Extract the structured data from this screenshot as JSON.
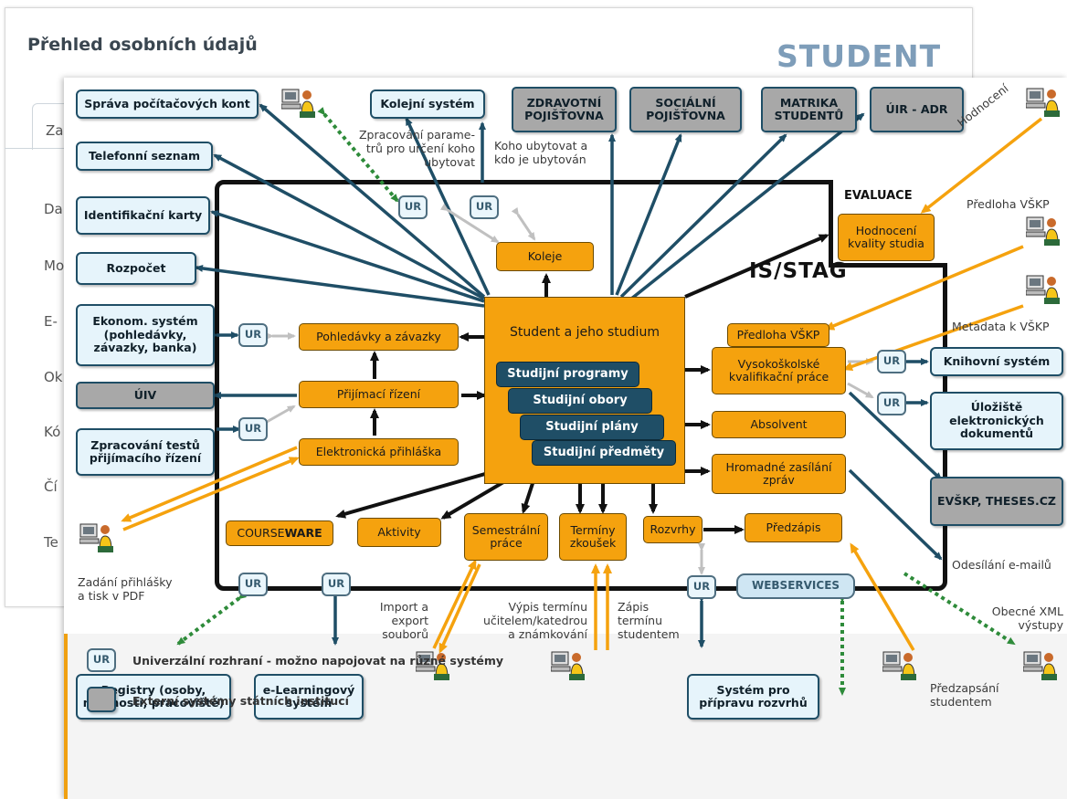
{
  "background": {
    "title": "Přehled osobních údajů",
    "brand": "STUDENT",
    "tab_fragment": "Za",
    "row_fragments": [
      "Da",
      "Mo",
      "E-",
      "Ok",
      "Kó",
      "Čí",
      "Te"
    ]
  },
  "diagram": {
    "system_label": "IS/STAG",
    "evaluation_label": "EVALUACE",
    "core": {
      "title": "Student a jeho studium",
      "stack": [
        "Studijní programy",
        "Studijní obory",
        "Studijní plány",
        "Studijní předměty"
      ]
    },
    "external": {
      "accounts": "Správa počítačových kont",
      "dorm": "Kolejní systém",
      "phone": "Telefonní seznam",
      "idcards": "Identifikační karty",
      "budget": "Rozpočet",
      "econ": "Ekonom. systém (pohledávky, závazky, banka)",
      "tests": "Zpracování testů přijímacího řízení",
      "library": "Knihovní systém",
      "storage": "Úložiště elektronických dokumentů",
      "registry": "Registry (osoby, místnosti, pracoviště)",
      "elearning": "e-Learningový systém",
      "timetable": "Systém pro přípravu rozvrhů"
    },
    "government": {
      "health": "ZDRAVOTNÍ POJIŠŤOVNA",
      "social": "SOCIÁLNÍ POJIŠŤOVNA",
      "matrika": "MATRIKA STUDENTŮ",
      "uir": "ÚIR - ADR",
      "uiv": "ÚIV",
      "evskp": "EVŠKP, THESES.CZ"
    },
    "modules": {
      "koleje": "Koleje",
      "hodnoceni": "Hodnocení kvality studia",
      "pohledavky": "Pohledávky a závazky",
      "prijimaci": "Přijímací řízení",
      "eprihlaska": "Elektronická přihláška",
      "predloha": "Předloha VŠKP",
      "vskp": "Vysokoškolské kvalifikační práce",
      "absolvent": "Absolvent",
      "hromadne": "Hromadné zasílání zpráv",
      "courseware_a": "COURSE",
      "courseware_b": "WARE",
      "aktivity": "Aktivity",
      "semestralni": "Semestrální práce",
      "terminy": "Termíny zkoušek",
      "rozvrhy": "Rozvrhy",
      "predzapis": "Předzápis"
    },
    "ur_label": "UR",
    "webservices": "WEBSERVICES",
    "labels": {
      "zprac_param": "Zpracování parame- trů pro určení koho ubytovat",
      "koho_ubytovat": "Koho ubytovat a kdo je ubytován",
      "hodnoceni": "Hodnocení",
      "predloha": "Předloha VŠKP",
      "metadata": "Metadata k VŠKP",
      "zadani": "Zadání přihlášky a tisk v PDF",
      "import": "Import a export souborů",
      "vypis": "Výpis termínu učitelem/katedrou a známkování",
      "zapis": "Zápis termínu studentem",
      "predzapsani": "Předzapsání studentem",
      "odesilani": "Odesílání e-mailů",
      "xml": "Obecné XML výstupy"
    }
  },
  "legend": {
    "ur_text": "Univerzální rozhraní - možno napojovat na různé systémy",
    "gov_text": "Externí systémy státních institucí"
  },
  "colors": {
    "orange": "#f5a20e",
    "dark_blue": "#1f4e66",
    "light_blue": "#e6f4fb",
    "gray": "#a8a8a8",
    "green": "#2e8b3a"
  }
}
